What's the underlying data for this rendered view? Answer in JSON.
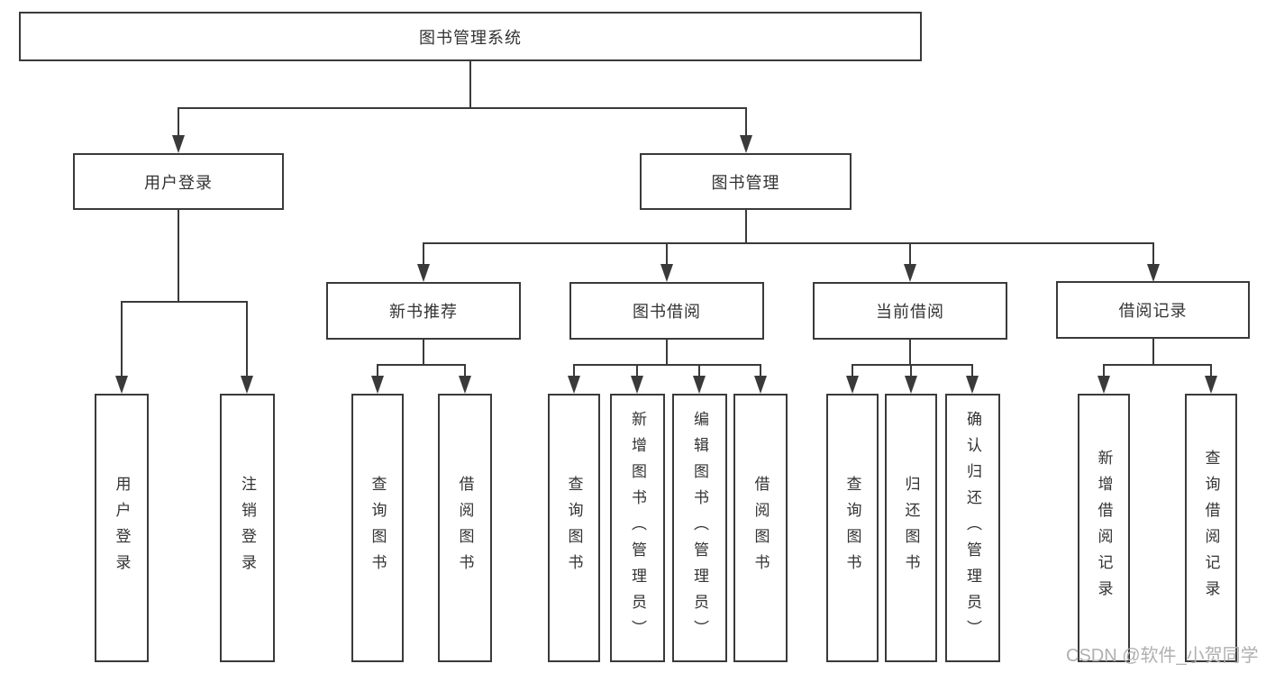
{
  "diagram": {
    "title": "图书管理系统",
    "root": "图书管理系统",
    "level2": [
      {
        "label": "用户登录"
      },
      {
        "label": "图书管理"
      }
    ],
    "level3": [
      {
        "label": "新书推荐"
      },
      {
        "label": "图书借阅"
      },
      {
        "label": "当前借阅"
      },
      {
        "label": "借阅记录"
      }
    ],
    "leaves": {
      "userLogin": [
        "用户登录",
        "注销登录"
      ],
      "newRec": [
        "查询图书",
        "借阅图书"
      ],
      "borrow": [
        "查询图书",
        "新增图书（管理员）",
        "编辑图书（管理员）",
        "借阅图书"
      ],
      "current": [
        "查询图书",
        "归还图书",
        "确认归还（管理员）"
      ],
      "records": [
        "新增借阅记录",
        "查询借阅记录"
      ]
    }
  },
  "watermark": {
    "text": "CSDN @软件_小贺同学"
  },
  "colors": {
    "line": "#3a3a3a",
    "text": "#333333",
    "watermark": "#b0b0b0",
    "background": "#ffffff"
  }
}
